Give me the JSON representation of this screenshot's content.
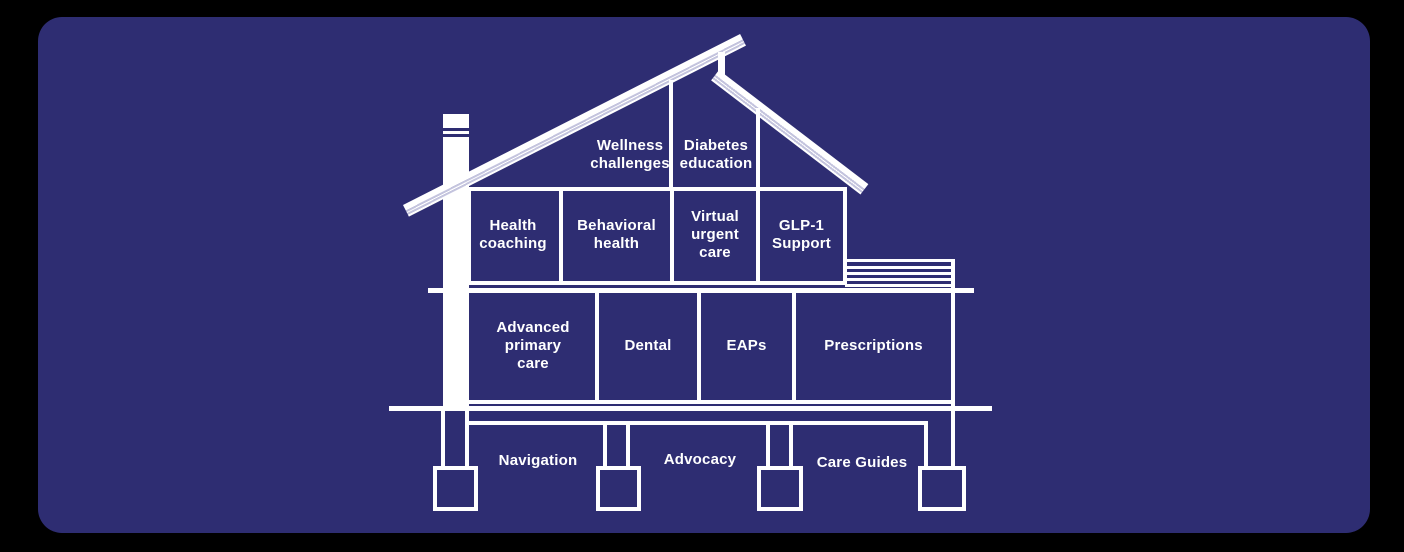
{
  "colors": {
    "page_bg": "#000000",
    "panel_bg": "#2e2d72",
    "line": "#ffffff",
    "roof_stripe": "#c4c4de"
  },
  "house": {
    "attic_rooms": [
      {
        "label": "Wellness\nchallenges"
      },
      {
        "label": "Diabetes\neducation"
      }
    ],
    "upper_rooms": [
      {
        "label": "Health\ncoaching"
      },
      {
        "label": "Behavioral\nhealth"
      },
      {
        "label": "Virtual\nurgent\ncare"
      },
      {
        "label": "GLP-1\nSupport"
      }
    ],
    "main_rooms": [
      {
        "label": "Advanced\nprimary\ncare"
      },
      {
        "label": "Dental"
      },
      {
        "label": "EAPs"
      },
      {
        "label": "Prescriptions"
      }
    ],
    "foundation_labels": [
      {
        "label": "Navigation"
      },
      {
        "label": "Advocacy"
      },
      {
        "label": "Care Guides"
      }
    ]
  }
}
